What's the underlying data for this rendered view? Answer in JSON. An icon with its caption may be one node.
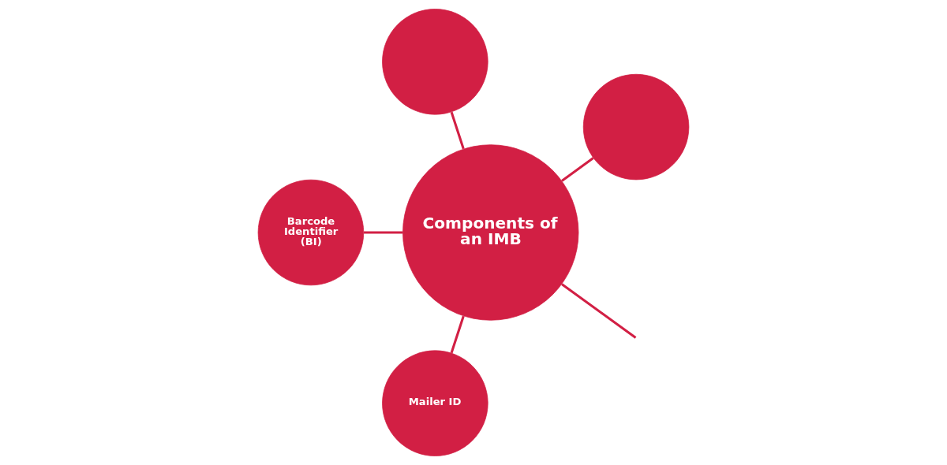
{
  "diagram": {
    "nodes": [
      {
        "text": [],
        "shape": "circle"
      },
      {
        "text": [],
        "shape": "circle"
      },
      {
        "text": [
          "Components of an IMB"
        ]
      },
      {
        "text": [
          "Barcode Identifier (BI)"
        ]
      },
      {
        "text": [
          "Mailer ID"
        ]
      }
    ],
    "edges": [
      {
        "from": 2,
        "to": 0,
        "arrow": "none"
      },
      {
        "from": 2,
        "to": 1,
        "arrow": "none"
      },
      {
        "from": 2,
        "to": 3,
        "arrow": "none"
      },
      {
        "from": 2,
        "to": 4,
        "arrow": "none"
      },
      {
        "from": 2,
        "to": null,
        "arrow": "none"
      }
    ]
  }
}
